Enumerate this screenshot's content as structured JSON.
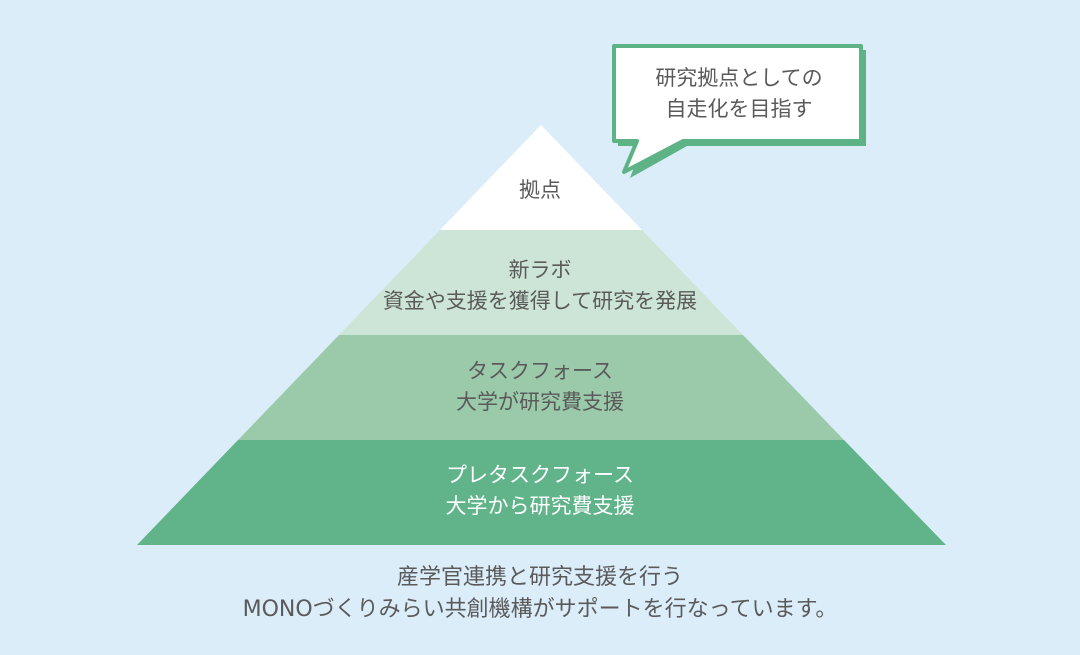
{
  "callout": {
    "lines": [
      "研究拠点としての",
      "自走化を目指す"
    ]
  },
  "pyramid": {
    "levels": [
      {
        "lines": [
          "拠点"
        ]
      },
      {
        "lines": [
          "新ラボ",
          "資金や支援を獲得して研究を発展"
        ]
      },
      {
        "lines": [
          "タスクフォース",
          "大学が研究費支援"
        ]
      },
      {
        "lines": [
          "プレタスクフォース",
          "大学から研究費支援"
        ]
      }
    ]
  },
  "footer": {
    "lines": [
      "産学官連携と研究支援を行う",
      "MONOづくりみらい共創機構がサポートを行なっています。"
    ]
  },
  "colors": {
    "background": "#dbedf9",
    "level1": "#ffffff",
    "level2": "#cde5d6",
    "level3": "#9acaaa",
    "level4": "#61b38a",
    "accent": "#5db386"
  }
}
